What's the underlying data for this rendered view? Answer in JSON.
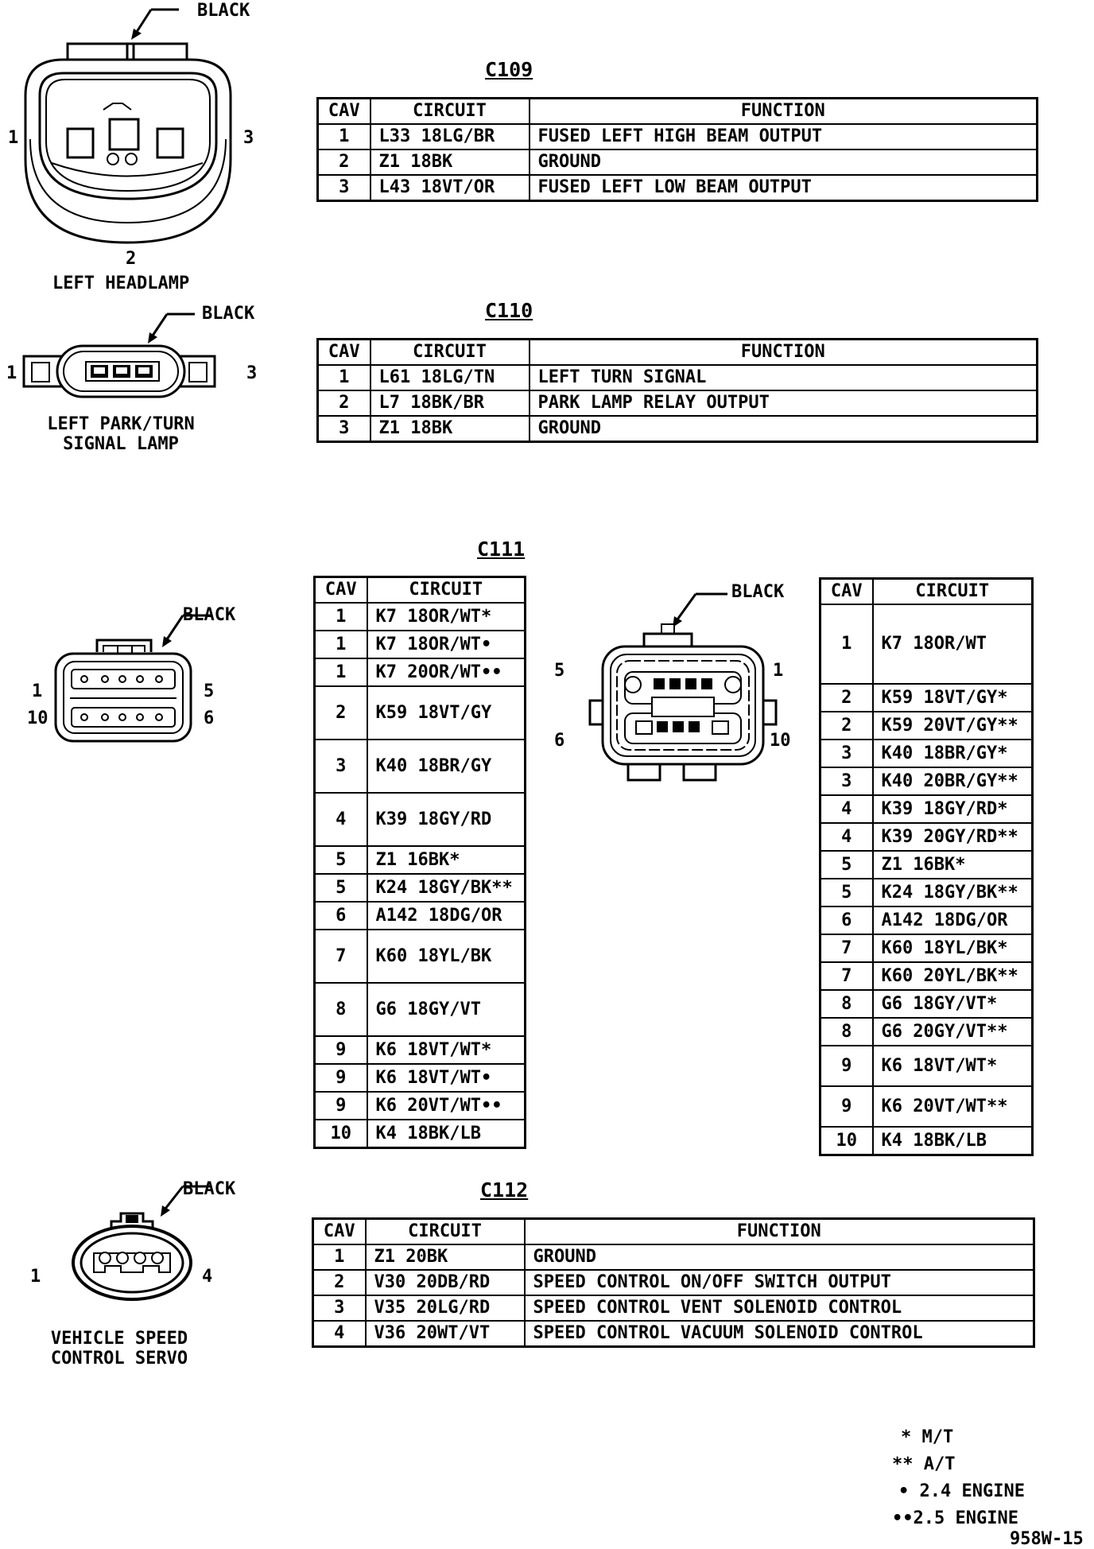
{
  "c109": {
    "title": "C109",
    "headers": [
      "CAV",
      "CIRCUIT",
      "FUNCTION"
    ],
    "rows": [
      {
        "cav": "1",
        "circuit": "L33 18LG/BR",
        "function": "FUSED LEFT HIGH BEAM OUTPUT"
      },
      {
        "cav": "2",
        "circuit": "Z1 18BK",
        "function": "GROUND"
      },
      {
        "cav": "3",
        "circuit": "L43 18VT/OR",
        "function": "FUSED LEFT LOW BEAM OUTPUT"
      }
    ]
  },
  "c110": {
    "title": "C110",
    "headers": [
      "CAV",
      "CIRCUIT",
      "FUNCTION"
    ],
    "rows": [
      {
        "cav": "1",
        "circuit": "L61 18LG/TN",
        "function": "LEFT TURN SIGNAL"
      },
      {
        "cav": "2",
        "circuit": "L7 18BK/BR",
        "function": "PARK LAMP RELAY OUTPUT"
      },
      {
        "cav": "3",
        "circuit": "Z1 18BK",
        "function": "GROUND"
      }
    ]
  },
  "c111": {
    "title": "C111",
    "headers": [
      "CAV",
      "CIRCUIT"
    ],
    "left_rows": [
      {
        "cav": "1",
        "circuit": "K7 18OR/WT*",
        "h": 1
      },
      {
        "cav": "1",
        "circuit": "K7 18OR/WT•",
        "h": 1
      },
      {
        "cav": "1",
        "circuit": "K7 20OR/WT••",
        "h": 1
      },
      {
        "cav": "2",
        "circuit": "K59 18VT/GY",
        "h": 2
      },
      {
        "cav": "3",
        "circuit": "K40 18BR/GY",
        "h": 2
      },
      {
        "cav": "4",
        "circuit": "K39 18GY/RD",
        "h": 2
      },
      {
        "cav": "5",
        "circuit": "Z1 16BK*",
        "h": 1
      },
      {
        "cav": "5",
        "circuit": "K24 18GY/BK**",
        "h": 1
      },
      {
        "cav": "6",
        "circuit": "A142 18DG/OR",
        "h": 1
      },
      {
        "cav": "7",
        "circuit": "K60 18YL/BK",
        "h": 2
      },
      {
        "cav": "8",
        "circuit": "G6 18GY/VT",
        "h": 2
      },
      {
        "cav": "9",
        "circuit": "K6 18VT/WT*",
        "h": 1
      },
      {
        "cav": "9",
        "circuit": "K6 18VT/WT•",
        "h": 1
      },
      {
        "cav": "9",
        "circuit": "K6 20VT/WT••",
        "h": 1
      },
      {
        "cav": "10",
        "circuit": "K4 18BK/LB",
        "h": 1
      }
    ],
    "right_rows": [
      {
        "cav": "1",
        "circuit": "K7 18OR/WT",
        "h": 3
      },
      {
        "cav": "2",
        "circuit": "K59 18VT/GY*",
        "h": 1
      },
      {
        "cav": "2",
        "circuit": "K59 20VT/GY**",
        "h": 1
      },
      {
        "cav": "3",
        "circuit": "K40 18BR/GY*",
        "h": 1
      },
      {
        "cav": "3",
        "circuit": "K40 20BR/GY**",
        "h": 1
      },
      {
        "cav": "4",
        "circuit": "K39 18GY/RD*",
        "h": 1
      },
      {
        "cav": "4",
        "circuit": "K39 20GY/RD**",
        "h": 1
      },
      {
        "cav": "5",
        "circuit": "Z1 16BK*",
        "h": 1
      },
      {
        "cav": "5",
        "circuit": "K24 18GY/BK**",
        "h": 1
      },
      {
        "cav": "6",
        "circuit": "A142 18DG/OR",
        "h": 1
      },
      {
        "cav": "7",
        "circuit": "K60 18YL/BK*",
        "h": 1
      },
      {
        "cav": "7",
        "circuit": "K60 20YL/BK**",
        "h": 1
      },
      {
        "cav": "8",
        "circuit": "G6 18GY/VT*",
        "h": 1
      },
      {
        "cav": "8",
        "circuit": "G6 20GY/VT**",
        "h": 1
      },
      {
        "cav": "9",
        "circuit": "K6 18VT/WT*",
        "h": 1.5
      },
      {
        "cav": "9",
        "circuit": "K6 20VT/WT**",
        "h": 1.5
      },
      {
        "cav": "10",
        "circuit": "K4 18BK/LB",
        "h": 1
      }
    ]
  },
  "c112": {
    "title": "C112",
    "headers": [
      "CAV",
      "CIRCUIT",
      "FUNCTION"
    ],
    "rows": [
      {
        "cav": "1",
        "circuit": "Z1 20BK",
        "function": "GROUND"
      },
      {
        "cav": "2",
        "circuit": "V30 20DB/RD",
        "function": "SPEED CONTROL ON/OFF SWITCH OUTPUT"
      },
      {
        "cav": "3",
        "circuit": "V35 20LG/RD",
        "function": "SPEED CONTROL VENT SOLENOID CONTROL"
      },
      {
        "cav": "4",
        "circuit": "V36 20WT/VT",
        "function": "SPEED CONTROL VACUUM SOLENOID CONTROL"
      }
    ]
  },
  "connectors": {
    "headlamp": {
      "color": "BLACK",
      "name": "LEFT HEADLAMP",
      "pin_left": "1",
      "pin_right": "3",
      "pin_bottom": "2"
    },
    "park_turn": {
      "color": "BLACK",
      "name_line1": "LEFT PARK/TURN",
      "name_line2": "SIGNAL LAMP",
      "pin_left": "1",
      "pin_right": "3"
    },
    "c111_left": {
      "color": "BLACK",
      "pin_tl": "1",
      "pin_tr": "5",
      "pin_bl": "10",
      "pin_br": "6"
    },
    "c111_mid": {
      "color": "BLACK",
      "pin_tl": "5",
      "pin_tr": "1",
      "pin_bl": "6",
      "pin_br": "10"
    },
    "servo": {
      "color": "BLACK",
      "name_line1": "VEHICLE SPEED",
      "name_line2": "CONTROL SERVO",
      "pin_left": "1",
      "pin_right": "4"
    }
  },
  "legend": [
    "* M/T",
    "** A/T",
    "• 2.4 ENGINE",
    "••2.5 ENGINE"
  ],
  "figure_id": "958W-15"
}
